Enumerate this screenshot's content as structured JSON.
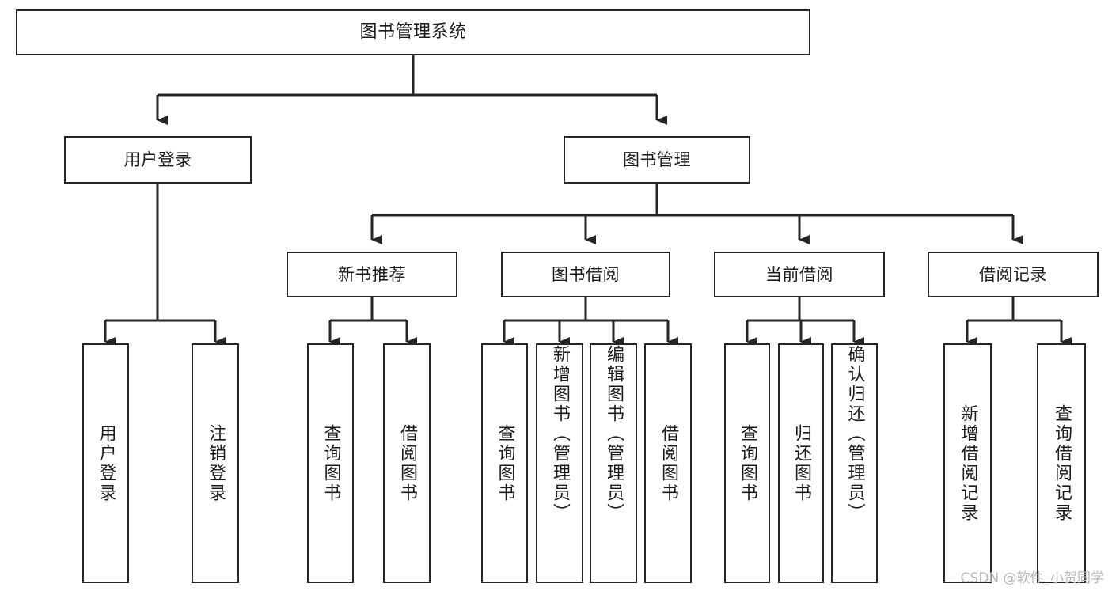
{
  "diagram": {
    "title": "图书管理系统",
    "type": "tree-hierarchy",
    "watermark": "CSDN @软件_小贺同学",
    "colors": {
      "stroke": "#262626",
      "fill": "#ffffff",
      "text": "#1b1b1b",
      "watermark": "#b8b8b8"
    },
    "root": {
      "label": "图书管理系统"
    },
    "level2": [
      {
        "label": "用户登录"
      },
      {
        "label": "图书管理"
      }
    ],
    "level3": [
      {
        "label": "新书推荐"
      },
      {
        "label": "图书借阅"
      },
      {
        "label": "当前借阅"
      },
      {
        "label": "借阅记录"
      }
    ],
    "leaves": {
      "user_login": [
        {
          "label": "用户登录"
        },
        {
          "label": "注销登录"
        }
      ],
      "new_book_recommend": [
        {
          "label": "查询图书"
        },
        {
          "label": "借阅图书"
        }
      ],
      "book_borrow": [
        {
          "label": "查询图书"
        },
        {
          "label": "新增图书（管理员）"
        },
        {
          "label": "编辑图书（管理员）"
        },
        {
          "label": "借阅图书"
        }
      ],
      "current_borrow": [
        {
          "label": "查询图书"
        },
        {
          "label": "归还图书"
        },
        {
          "label": "确认归还（管理员）"
        }
      ],
      "borrow_record": [
        {
          "label": "新增借阅记录"
        },
        {
          "label": "查询借阅记录"
        }
      ]
    }
  }
}
